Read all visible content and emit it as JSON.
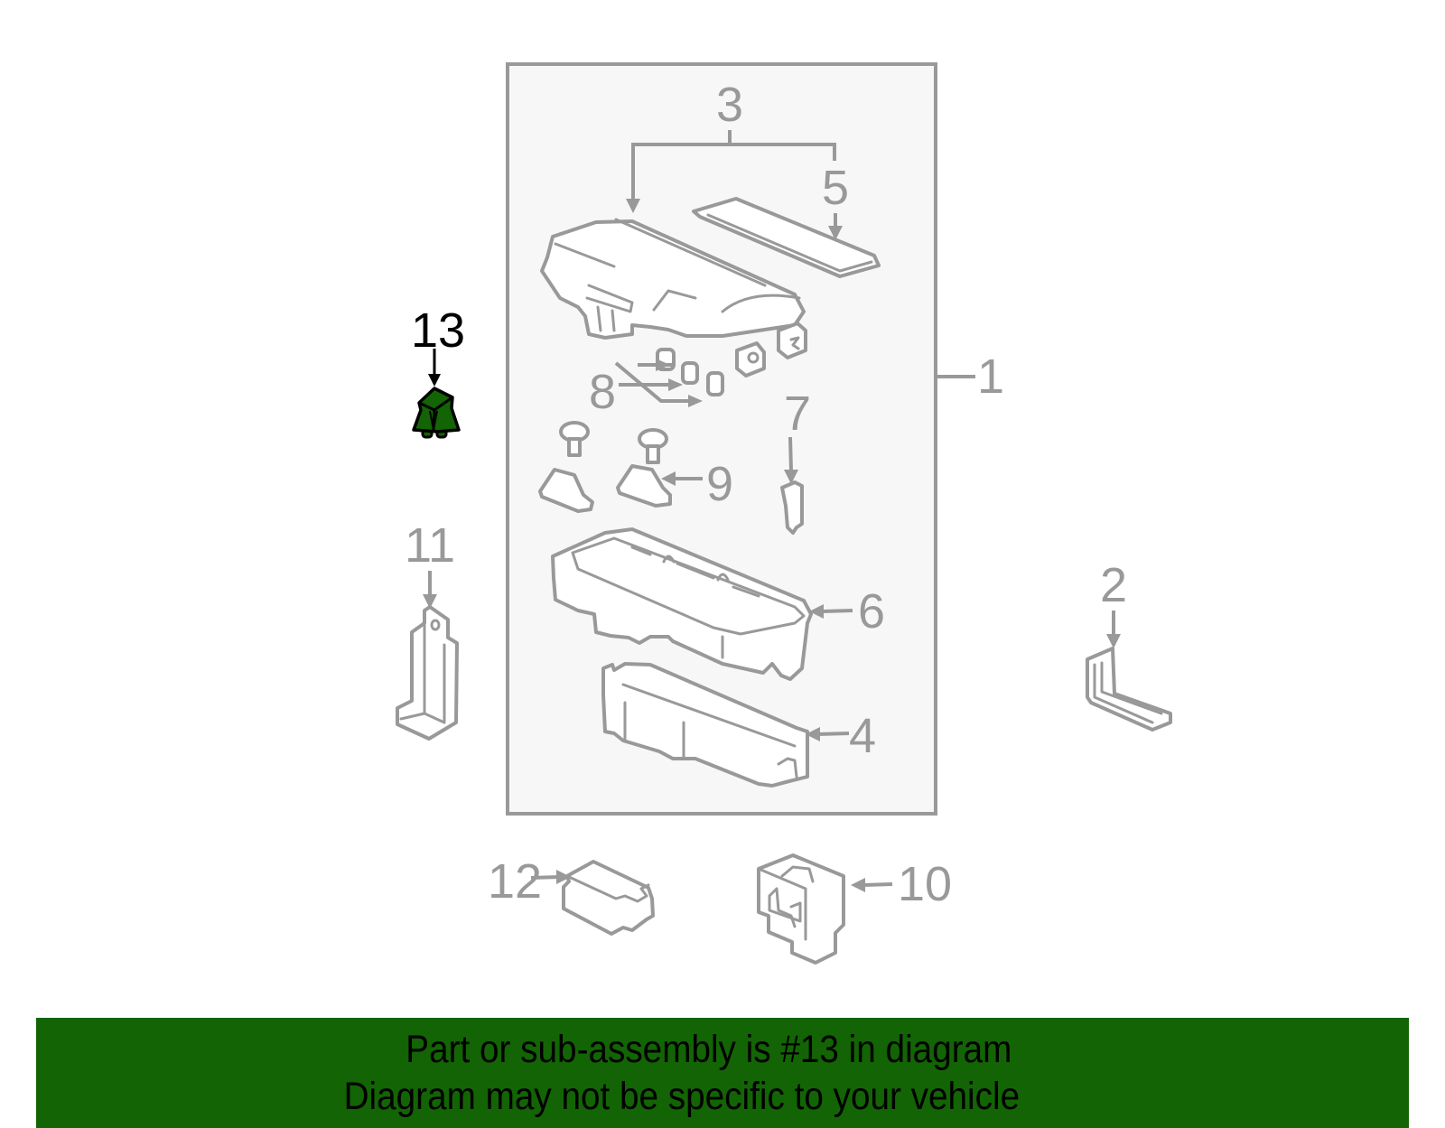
{
  "diagram": {
    "assembly_box": {
      "label": "1",
      "fill": "#f7f7f7",
      "stroke": "#999999"
    },
    "callouts": [
      {
        "id": "1",
        "label": "1",
        "part": "fuse-box-assembly"
      },
      {
        "id": "2",
        "label": "2",
        "part": "l-bracket"
      },
      {
        "id": "3",
        "label": "3",
        "part": "upper-cover-set"
      },
      {
        "id": "4",
        "label": "4",
        "part": "lower-cover"
      },
      {
        "id": "5",
        "label": "5",
        "part": "cover-label-strip"
      },
      {
        "id": "6",
        "label": "6",
        "part": "fuse-box-body"
      },
      {
        "id": "7",
        "label": "7",
        "part": "fuse-puller"
      },
      {
        "id": "8",
        "label": "8",
        "part": "mini-fuses"
      },
      {
        "id": "9",
        "label": "9",
        "part": "bolt-and-nut-clip"
      },
      {
        "id": "10",
        "label": "10",
        "part": "relay-connector"
      },
      {
        "id": "11",
        "label": "11",
        "part": "mounting-bracket"
      },
      {
        "id": "12",
        "label": "12",
        "part": "relay-small"
      },
      {
        "id": "13",
        "label": "13",
        "part": "relay-highlighted",
        "highlighted": true
      }
    ],
    "highlight_color": "#136404",
    "line_color": "#999999"
  },
  "banner": {
    "line1": "Part or sub-assembly is #13 in diagram",
    "line2": "Diagram may not be specific to your vehicle",
    "background": "#136404"
  }
}
